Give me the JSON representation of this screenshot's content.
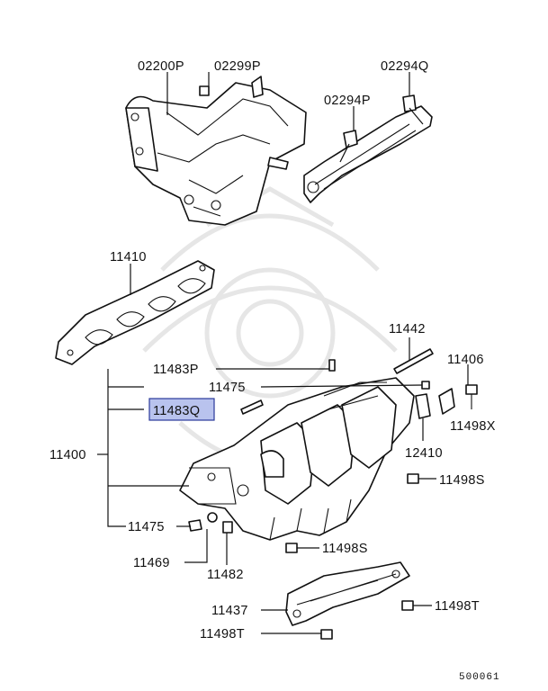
{
  "diagram": {
    "code": "500061",
    "highlight_color": "#b9c3ee",
    "labels": {
      "p02200P": "02200P",
      "p02299P": "02299P",
      "p02294Q": "02294Q",
      "p02294P": "02294P",
      "p11410": "11410",
      "p11442": "11442",
      "p11406": "11406",
      "p11483P": "11483P",
      "p11475_top": "11475",
      "p11483Q": "11483Q",
      "p11498X": "11498X",
      "p11400": "11400",
      "p12410": "12410",
      "p11498S_right": "11498S",
      "p11475_bottom": "11475",
      "p11469": "11469",
      "p11482": "11482",
      "p11498S_bottom": "11498S",
      "p11437": "11437",
      "p11498T_right": "11498T",
      "p11498T_bottom": "11498T"
    }
  }
}
